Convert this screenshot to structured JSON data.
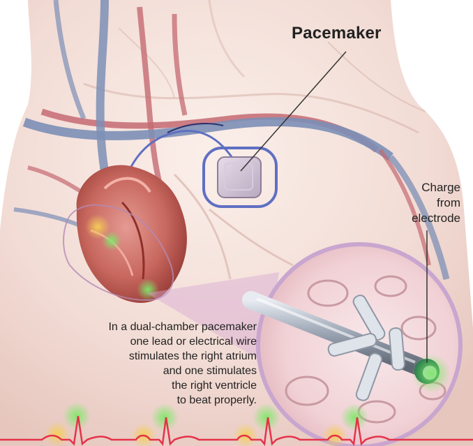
{
  "title": "Pacemaker",
  "callout": {
    "lines": [
      "Charge",
      "from",
      "electrode"
    ]
  },
  "caption": {
    "lines": [
      "In a dual-chamber pacemaker",
      "one lead or electrical wire",
      "stimulates the right atrium",
      "and one stimulates",
      "the right ventricle",
      "to beat properly."
    ]
  },
  "colors": {
    "skin": "#f1ddd6",
    "vein": "#7c8fb6",
    "artery": "#c46a72",
    "pacemaker_outline": "#5f6fc2",
    "zoom_circle": "#c8a6cf",
    "ecg_line": "#e5334a",
    "glow_green": "#6edc58",
    "glow_yellow": "#f2c94c"
  }
}
